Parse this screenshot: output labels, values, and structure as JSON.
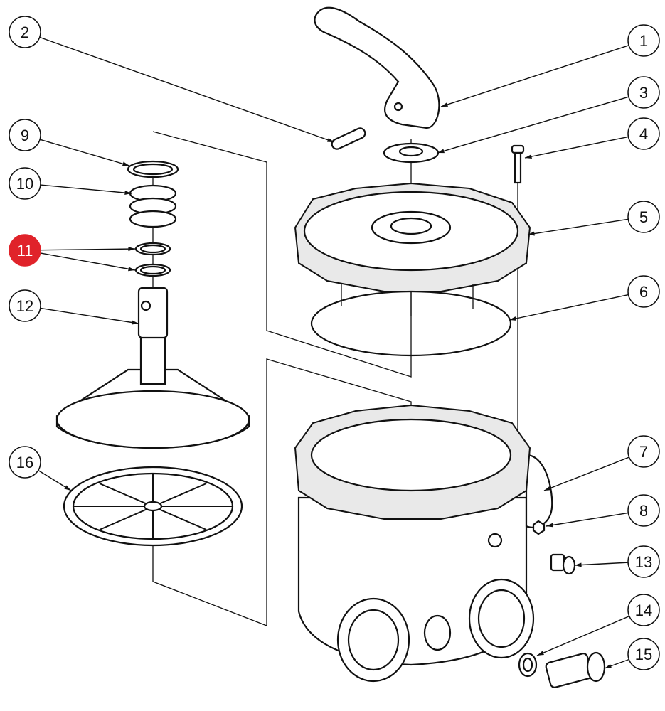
{
  "diagram": {
    "title": "Multiport valve exploded view",
    "highlight_color": "#e0232a",
    "callouts": [
      {
        "label": "1",
        "highlighted": false
      },
      {
        "label": "2",
        "highlighted": false
      },
      {
        "label": "3",
        "highlighted": false
      },
      {
        "label": "4",
        "highlighted": false
      },
      {
        "label": "5",
        "highlighted": false
      },
      {
        "label": "6",
        "highlighted": false
      },
      {
        "label": "7",
        "highlighted": false
      },
      {
        "label": "8",
        "highlighted": false
      },
      {
        "label": "9",
        "highlighted": false
      },
      {
        "label": "10",
        "highlighted": false
      },
      {
        "label": "11",
        "highlighted": true
      },
      {
        "label": "12",
        "highlighted": false
      },
      {
        "label": "13",
        "highlighted": false
      },
      {
        "label": "14",
        "highlighted": false
      },
      {
        "label": "15",
        "highlighted": false
      },
      {
        "label": "16",
        "highlighted": false
      }
    ]
  }
}
